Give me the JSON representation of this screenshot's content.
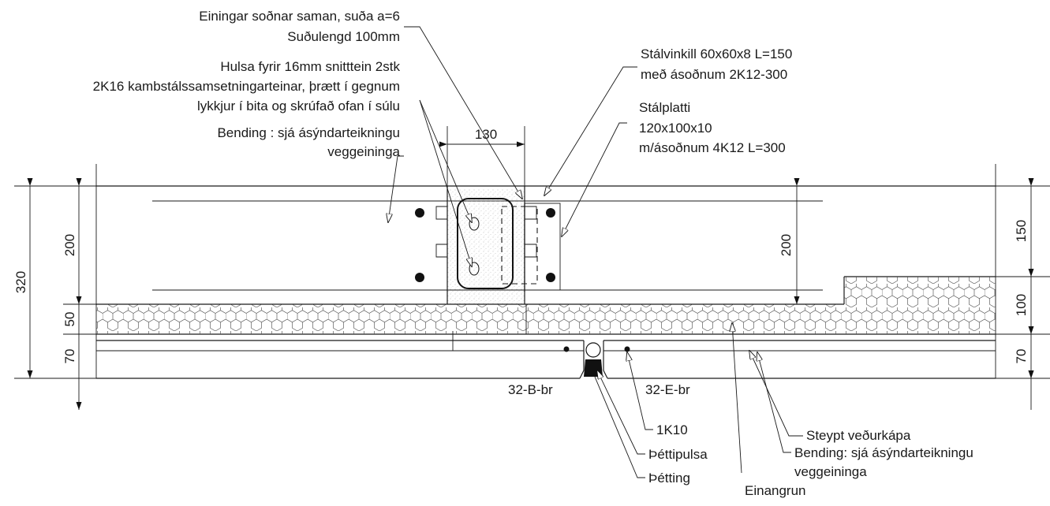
{
  "annotations": {
    "weld_line1": "Einingar soðnar saman, suða a=6",
    "weld_line2": "Suðulengd 100mm",
    "sleeve_line1": "Hulsa fyrir 16mm snitttein 2stk",
    "sleeve_line2": "2K16 kambstálssamsetningarteinar, þrætt í gegnum",
    "sleeve_line3": "lykkjur í bita og skrúfað ofan í súlu",
    "bend_left_line1": "Bending : sjá ásýndarteikningu",
    "bend_left_line2": "veggeininga",
    "angle_line1": "Stálvinkill 60x60x8 L=150",
    "angle_line2": "með ásoðnum 2K12-300",
    "plate_line1": "Stálplatti",
    "plate_line2": "120x100x10",
    "plate_line3": "m/ásoðnum 4K12 L=300",
    "ref_b": "32-B-br",
    "ref_e": "32-E-br",
    "rebar_1k10": "1K10",
    "gasket": "Þéttipulsa",
    "sealing": "Þétting",
    "weather_skin": "Steypt veðurkápa",
    "bend_right_line1": "Bending: sjá ásýndarteikningu",
    "bend_right_line2": "veggeininga",
    "insulation": "Einangrun"
  },
  "dimensions": {
    "top_gap": "130",
    "left_total": "320",
    "left_inner": "200",
    "left_insul": "50",
    "left_skin": "70",
    "mid_height": "200",
    "right_top": "150",
    "right_insul": "100",
    "right_skin": "70"
  }
}
